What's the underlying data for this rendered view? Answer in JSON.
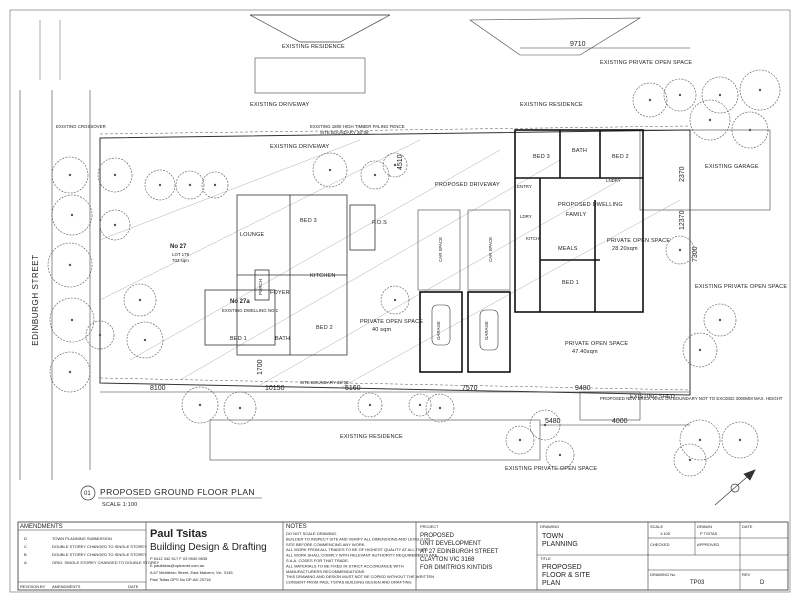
{
  "street": "EDINBURGH STREET",
  "lot": {
    "number": "No 27",
    "lot_label": "LOT 179",
    "area": "703 sqm"
  },
  "unit2_label": "No 27a",
  "unit2_sublabel": "EXISTING DWELLING NO 1",
  "labels": {
    "existing_residence_top": "EXISTING RESIDENCE",
    "existing_residence_top2": "EXISTING RESIDENCE",
    "existing_residence_bottom": "EXISTING RESIDENCE",
    "existing_driveway_top": "EXISTING DRIVEWAY",
    "existing_driveway_mid": "EXISTING DRIVEWAY",
    "proposed_driveway": "PROPOSED DRIVEWAY",
    "existing_private_os_top": "EXISTING PRIVATE OPEN SPACE",
    "existing_private_os_right": "EXISTING PRIVATE OPEN SPACE",
    "existing_private_os_bottom": "EXISTING PRIVATE OPEN SPACE",
    "existing_garage": "EXISTING GARAGE",
    "existing_shed": "EXISTING SHED",
    "existing_crossover": "EXISTING CROSSOVER",
    "car_space_1": "CAR SPACE",
    "car_space_2": "CAR SPACE",
    "garage_1": "GARAGE",
    "garage_2": "GARAGE",
    "lounge": "LOUNGE",
    "kitchen": "KITCHEN",
    "foyer": "FOYER",
    "porch": "PORCH",
    "bed1_existing": "BED 1",
    "bed2_existing": "BED 2",
    "bed3_existing": "BED 3",
    "bath_existing": "BATH",
    "pos": "P.O.S",
    "private_os_1": "PRIVATE OPEN SPACE",
    "private_os_1_area": "40 sqm",
    "private_os_2": "PRIVATE OPEN SPACE",
    "private_os_2_area": "28.20sqm",
    "private_os_3": "PRIVATE OPEN SPACE",
    "private_os_3_area": "47.40sqm",
    "proposed_dwelling": "PROPOSED DWELLING",
    "family": "FAMILY",
    "meals": "MEALS",
    "kitch": "KITCH",
    "bed1_new": "BED 1",
    "bed2_new": "BED 2",
    "bed3_new": "BED 3",
    "bath_new": "BATH",
    "ldry": "LDRY",
    "lndry": "LNDRY",
    "entry": "ENTRY",
    "note_wall": "PROPOSED NEW BRICK WALL ON BOUNDARY NOT TO EXCEED 3000MM MAX. HEIGHT",
    "note_fence": "EXISTING 1800 HIGH TIMBER PALING FENCE",
    "site_boundary_top": "SITE BOUNDARY 38°06'",
    "site_boundary_bottom": "SITE BOUNDARY 38°06'"
  },
  "dimensions": {
    "top_right": "9710",
    "bottom_1": "8100",
    "bottom_2": "10150",
    "bottom_3": "5160",
    "bottom_4": "7570",
    "bottom_5": "9480",
    "bottom_6": "5480",
    "bottom_7": "4000",
    "side_1": "1700",
    "side_2": "4510",
    "side_3": "2370",
    "side_4": "7300",
    "side_5": "12370"
  },
  "plan_title": {
    "number": "01",
    "title": "PROPOSED GROUND FLOOR PLAN",
    "scale": "SCALE 1:100"
  },
  "titleblock": {
    "amendments_header": "AMENDMENTS",
    "amendments": [
      {
        "rev": "D",
        "desc": "TOWN PLANNING SUBMISSION",
        "date": ""
      },
      {
        "rev": "C",
        "desc": "DOUBLE STOREY CHANGED TO SINGLE STOREY",
        "date": ""
      },
      {
        "rev": "B",
        "desc": "DOUBLE STOREY CHANGED TO SINGLE STOREY",
        "date": ""
      },
      {
        "rev": "A",
        "desc": "ORIG. SINGLE STOREY CHANGED TO DOUBLE STOREY",
        "date": ""
      }
    ],
    "amend_cols": [
      "REVISION",
      "BY",
      "AMENDMENTS",
      "DATE"
    ],
    "company_name": "Paul Tsitas",
    "company_sub": "Building Design & Drafting",
    "company_lines": [
      "P 0412 342 617   F 03 9530 9635",
      "E paultsitas@optusnet.com.au",
      "A 67 Middleton Street, East Malvern, Vic. 3145",
      "Paul Tsitas          DPS No DP-AD 25718"
    ],
    "notes_header": "NOTES",
    "notes_lines": [
      "DO NOT SCALE DRAWING.",
      "BUILDER TO INSPECT SITE AND VERIFY ALL DIMENSIONS AND LEVELS ON",
      "SITE BEFORE COMMENCING ANY WORK.",
      "ALL WORK FROM ALL TRADES TO BE OF HIGHEST QUALITY AT ALL TIMES",
      "ALL WORK SHALL COMPLY WITH RELEVANT AUTHORITY REQUIREMENTS ARE",
      "S.A.A. CODES FOR THAT TRADE.",
      "ALL MATERIALS TO BE FIXED IN STRICT ACCORDANCE WITH",
      "MANUFACTURERS RECOMMENDATIONS",
      "THIS DRAWING AND DESIGN MUST NOT BE COPIED WITHOUT THE WRITTEN",
      "CONSENT FROM PAUL TSITAS BUILDING DESIGN AND DRAFTING"
    ],
    "project_header": "PROJECT",
    "project_lines": [
      "PROPOSED",
      "UNIT DEVELOPMENT",
      "AT 27 EDINBURGH STREET",
      "CLAYTON VIC 3168",
      "FOR DIMITRIOS KINTIDIS"
    ],
    "drawing_header": "DRAWING",
    "drawing_lines": [
      "TOWN",
      "PLANNING"
    ],
    "title_header": "TITLE",
    "title_lines": [
      "PROPOSED",
      "FLOOR & SITE",
      "PLAN"
    ],
    "scale_header": "SCALE",
    "scale_value": "1:100",
    "drawn_header": "DRAWN",
    "drawn_value": "P TSITAS",
    "date_header": "DATE",
    "date_value": "",
    "checked_header": "CHECKED",
    "approved_header": "APPROVED",
    "drawing_no_header": "DRAWING No",
    "drawing_no": "TP03",
    "rev_header": "REV",
    "rev_value": "D"
  }
}
